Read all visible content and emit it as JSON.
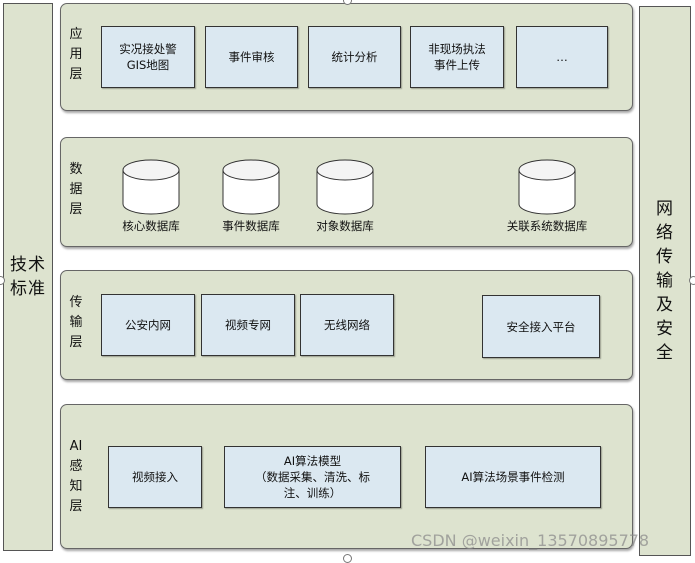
{
  "side_left": {
    "text": "技术标准"
  },
  "side_right": {
    "text": "网络传输及安全"
  },
  "layers": {
    "app": {
      "label": "应用层",
      "boxes": [
        "实况接处警\nGIS地图",
        "事件审核",
        "统计分析",
        "非现场执法\n事件上传",
        "…"
      ]
    },
    "data": {
      "label": "数据层",
      "dbs": [
        "核心数据库",
        "事件数据库",
        "对象数据库",
        "关联系统数据库"
      ]
    },
    "trans": {
      "label": "传输层",
      "boxes": [
        "公安内网",
        "视频专网",
        "无线网络",
        "安全接入平台"
      ]
    },
    "ai": {
      "label": "AI感知层",
      "boxes": [
        "视频接入",
        "AI算法模型\n（数据采集、清洗、标\n注、训练）",
        "AI算法场景事件检测"
      ]
    }
  },
  "watermark": "CSDN @weixin_13570895778"
}
